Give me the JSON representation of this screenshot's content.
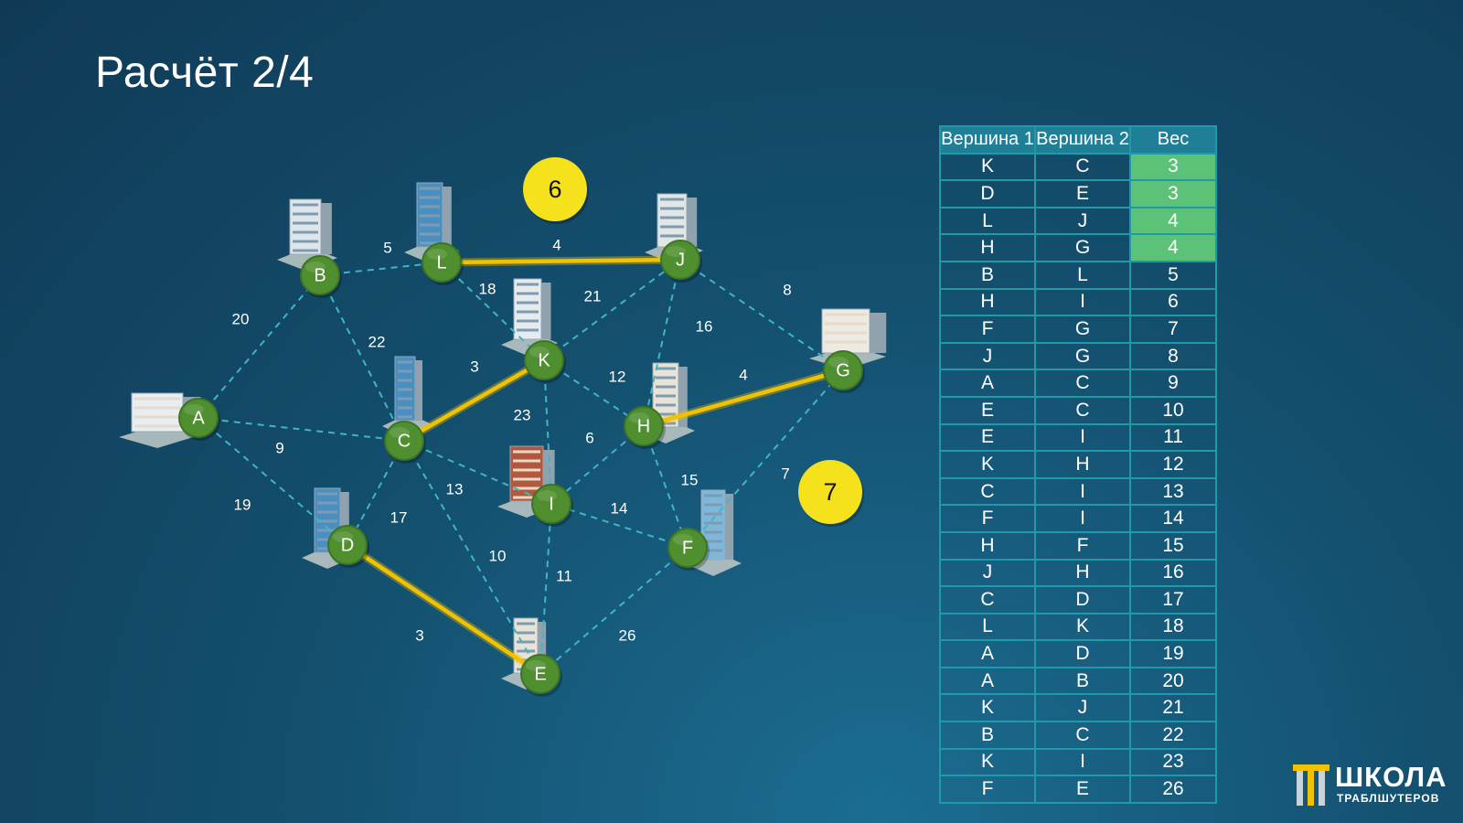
{
  "title": "Расчёт 2/4",
  "colors": {
    "node_fill": "#4f8f2f",
    "edge_dashed": "#3fb6c4",
    "edge_selected": "#f2c200",
    "step_badge": "#f5e21c",
    "table_border": "#1f9aa8",
    "table_highlight": "#5cc277"
  },
  "graph": {
    "nodes": [
      {
        "id": "A",
        "label": "A"
      },
      {
        "id": "B",
        "label": "B"
      },
      {
        "id": "C",
        "label": "C"
      },
      {
        "id": "D",
        "label": "D"
      },
      {
        "id": "E",
        "label": "E"
      },
      {
        "id": "F",
        "label": "F"
      },
      {
        "id": "G",
        "label": "G"
      },
      {
        "id": "H",
        "label": "H"
      },
      {
        "id": "I",
        "label": "I"
      },
      {
        "id": "J",
        "label": "J"
      },
      {
        "id": "K",
        "label": "K"
      },
      {
        "id": "L",
        "label": "L"
      }
    ],
    "edges": [
      {
        "from": "K",
        "to": "C",
        "weight": "3",
        "selected": true
      },
      {
        "from": "D",
        "to": "E",
        "weight": "3",
        "selected": true
      },
      {
        "from": "L",
        "to": "J",
        "weight": "4",
        "selected": true
      },
      {
        "from": "H",
        "to": "G",
        "weight": "4",
        "selected": true
      },
      {
        "from": "B",
        "to": "L",
        "weight": "5",
        "selected": false
      },
      {
        "from": "H",
        "to": "I",
        "weight": "6",
        "selected": false
      },
      {
        "from": "F",
        "to": "G",
        "weight": "7",
        "selected": false
      },
      {
        "from": "J",
        "to": "G",
        "weight": "8",
        "selected": false
      },
      {
        "from": "A",
        "to": "C",
        "weight": "9",
        "selected": false
      },
      {
        "from": "E",
        "to": "C",
        "weight": "10",
        "selected": false
      },
      {
        "from": "E",
        "to": "I",
        "weight": "11",
        "selected": false
      },
      {
        "from": "K",
        "to": "H",
        "weight": "12",
        "selected": false
      },
      {
        "from": "C",
        "to": "I",
        "weight": "13",
        "selected": false
      },
      {
        "from": "F",
        "to": "I",
        "weight": "14",
        "selected": false
      },
      {
        "from": "H",
        "to": "F",
        "weight": "15",
        "selected": false
      },
      {
        "from": "J",
        "to": "H",
        "weight": "16",
        "selected": false
      },
      {
        "from": "C",
        "to": "D",
        "weight": "17",
        "selected": false
      },
      {
        "from": "L",
        "to": "K",
        "weight": "18",
        "selected": false
      },
      {
        "from": "A",
        "to": "D",
        "weight": "19",
        "selected": false
      },
      {
        "from": "A",
        "to": "B",
        "weight": "20",
        "selected": false
      },
      {
        "from": "K",
        "to": "J",
        "weight": "21",
        "selected": false
      },
      {
        "from": "B",
        "to": "C",
        "weight": "22",
        "selected": false
      },
      {
        "from": "K",
        "to": "I",
        "weight": "23",
        "selected": false
      },
      {
        "from": "F",
        "to": "E",
        "weight": "26",
        "selected": false
      }
    ],
    "step_badges": [
      "6",
      "7"
    ]
  },
  "table": {
    "headers": [
      "Вершина 1",
      "Вершина 2",
      "Вес"
    ],
    "rows": [
      {
        "v1": "K",
        "v2": "C",
        "w": "3",
        "highlighted": true
      },
      {
        "v1": "D",
        "v2": "E",
        "w": "3",
        "highlighted": true
      },
      {
        "v1": "L",
        "v2": "J",
        "w": "4",
        "highlighted": true
      },
      {
        "v1": "H",
        "v2": "G",
        "w": "4",
        "highlighted": true
      },
      {
        "v1": "B",
        "v2": "L",
        "w": "5",
        "highlighted": false
      },
      {
        "v1": "H",
        "v2": "I",
        "w": "6",
        "highlighted": false
      },
      {
        "v1": "F",
        "v2": "G",
        "w": "7",
        "highlighted": false
      },
      {
        "v1": "J",
        "v2": "G",
        "w": "8",
        "highlighted": false
      },
      {
        "v1": "A",
        "v2": "C",
        "w": "9",
        "highlighted": false
      },
      {
        "v1": "E",
        "v2": "C",
        "w": "10",
        "highlighted": false
      },
      {
        "v1": "E",
        "v2": "I",
        "w": "11",
        "highlighted": false
      },
      {
        "v1": "K",
        "v2": "H",
        "w": "12",
        "highlighted": false
      },
      {
        "v1": "C",
        "v2": "I",
        "w": "13",
        "highlighted": false
      },
      {
        "v1": "F",
        "v2": "I",
        "w": "14",
        "highlighted": false
      },
      {
        "v1": "H",
        "v2": "F",
        "w": "15",
        "highlighted": false
      },
      {
        "v1": "J",
        "v2": "H",
        "w": "16",
        "highlighted": false
      },
      {
        "v1": "C",
        "v2": "D",
        "w": "17",
        "highlighted": false
      },
      {
        "v1": "L",
        "v2": "K",
        "w": "18",
        "highlighted": false
      },
      {
        "v1": "A",
        "v2": "D",
        "w": "19",
        "highlighted": false
      },
      {
        "v1": "A",
        "v2": "B",
        "w": "20",
        "highlighted": false
      },
      {
        "v1": "K",
        "v2": "J",
        "w": "21",
        "highlighted": false
      },
      {
        "v1": "B",
        "v2": "C",
        "w": "22",
        "highlighted": false
      },
      {
        "v1": "K",
        "v2": "I",
        "w": "23",
        "highlighted": false
      },
      {
        "v1": "F",
        "v2": "E",
        "w": "26",
        "highlighted": false
      }
    ]
  },
  "logo": {
    "line1": "ШКОЛА",
    "line2": "ТРАБЛШУТЕРОВ"
  }
}
